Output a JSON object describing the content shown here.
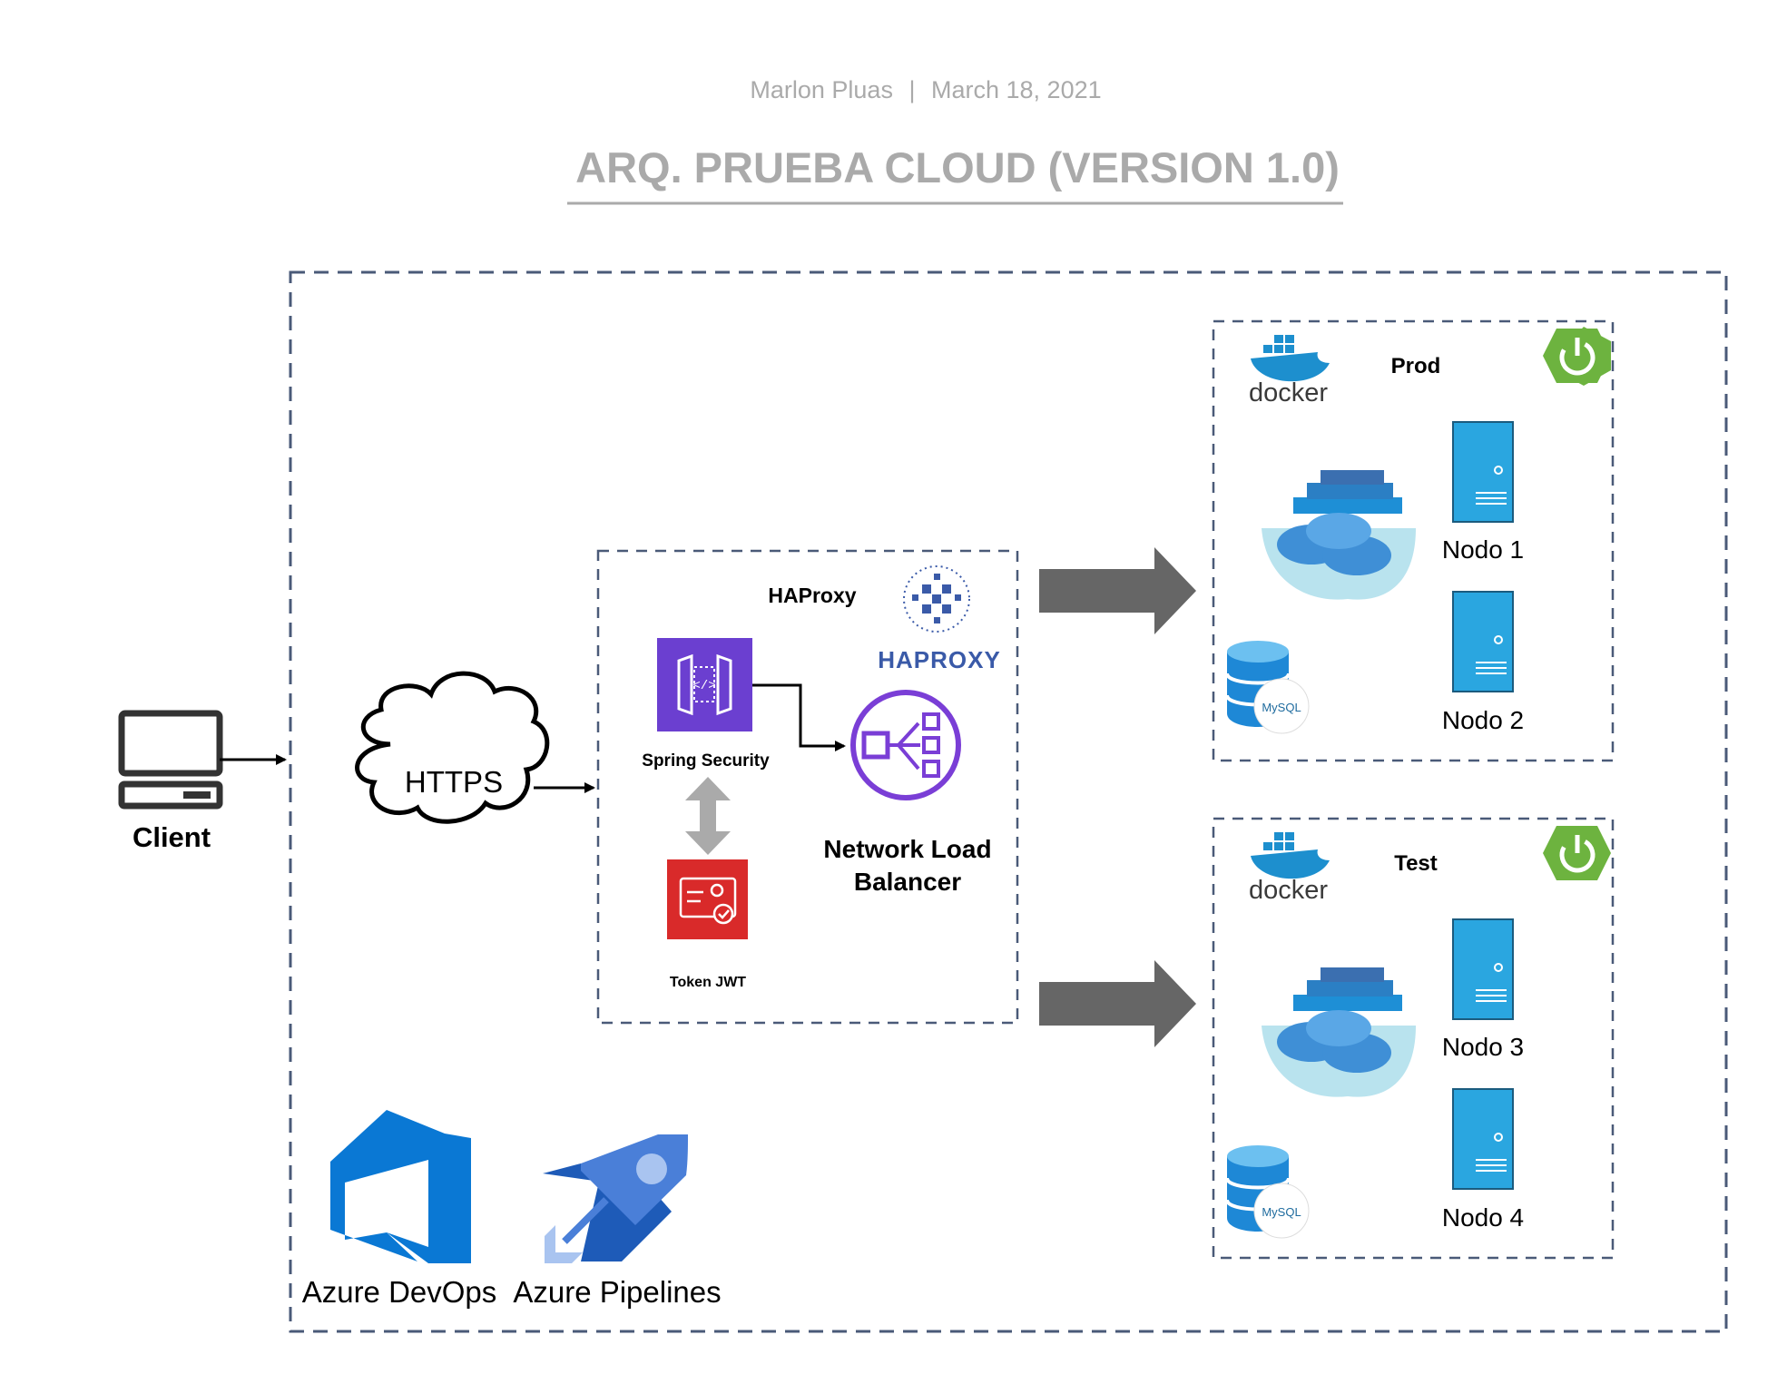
{
  "header": {
    "author": "Marlon Pluas",
    "separator": "|",
    "date": "March 18, 2021",
    "title": "ARQ. PRUEBA CLOUD (VERSION 1.0)"
  },
  "client": {
    "label": "Client",
    "icon": "computer-icon"
  },
  "https": {
    "label": "HTTPS",
    "icon": "cloud-icon"
  },
  "haproxy": {
    "label": "HAProxy",
    "logo_text": "HAPROXY",
    "spring_security": "Spring Security",
    "token": "Token JWT",
    "nlb_line1": "Network Load",
    "nlb_line2": "Balancer"
  },
  "environments": {
    "prod": {
      "label": "Prod",
      "docker_text": "docker",
      "mysql_text": "MySQL",
      "nodes": [
        "Nodo 1",
        "Nodo 2"
      ]
    },
    "test": {
      "label": "Test",
      "docker_text": "docker",
      "mysql_text": "MySQL",
      "nodes": [
        "Nodo 3",
        "Nodo 4"
      ]
    }
  },
  "devops": {
    "azure_devops": "Azure DevOps",
    "azure_pipelines": "Azure Pipelines"
  },
  "colors": {
    "header_gray": "#aaaaaa",
    "dash_border": "#4a5a78",
    "spring_security_purple": "#6b3fd0",
    "token_red": "#d92a2a",
    "nlb_purple": "#7a3ed6",
    "node_blue": "#2aa6e0",
    "spring_green": "#6db33f",
    "azure_blue": "#0a78d4",
    "arrow_gray": "#666666"
  }
}
